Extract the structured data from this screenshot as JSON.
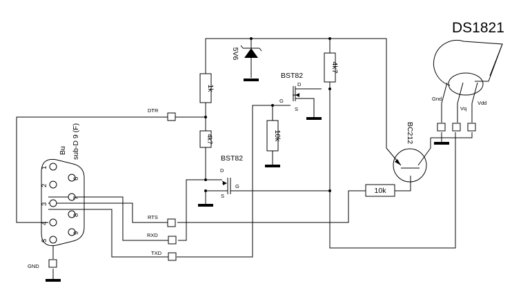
{
  "title": "DS1821",
  "connector": {
    "name": "Bu",
    "type": "sub-D 9 (F)",
    "pins": [
      "1",
      "2",
      "3",
      "4",
      "5",
      "6",
      "7",
      "8",
      "9"
    ]
  },
  "signals": {
    "dtr": "DTR",
    "rts": "RTS",
    "rxd": "RXD",
    "txd": "TXD",
    "gnd": "GND"
  },
  "components": {
    "zener": "5V6",
    "r_top_left": "1k",
    "r_mid_left": "4k7",
    "r_top_right": "4k7",
    "r_gate": "10k",
    "r_base": "10k",
    "mosfet_upper": "BST82",
    "mosfet_lower": "BST82",
    "transistor": "BC212"
  },
  "mosfet_pins": {
    "d": "D",
    "g": "G",
    "s": "S"
  },
  "sensor_pins": {
    "gnd": "Gnd",
    "vq": "Vq",
    "vdd": "Vdd"
  }
}
